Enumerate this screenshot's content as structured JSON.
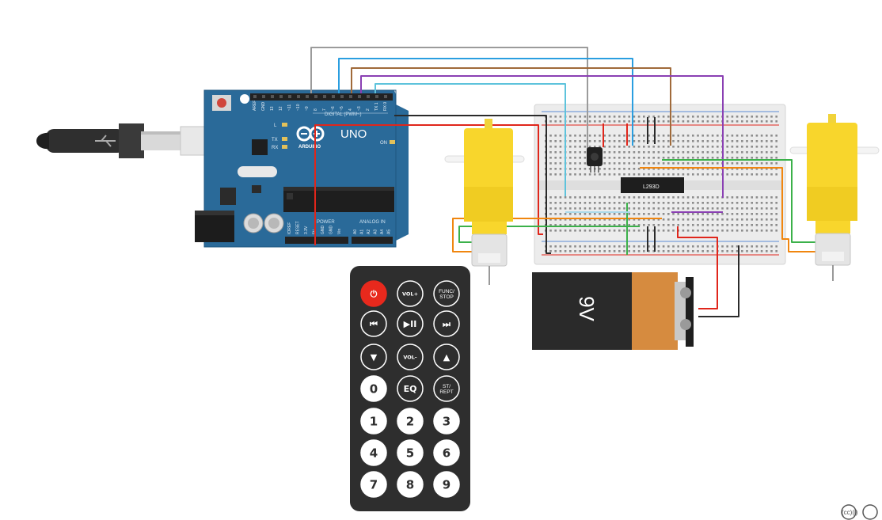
{
  "arduino": {
    "brand": "UNO",
    "logo_text": "ARDUINO",
    "digital_label": "DIGITAL (PWM~)",
    "power_label": "POWER",
    "analog_label": "ANALOG IN",
    "led_labels": [
      "L",
      "TX",
      "RX",
      "ON"
    ],
    "top_pin_labels": [
      "AREF",
      "GND",
      "13",
      "12",
      "~11",
      "~10",
      "~9",
      "8",
      "7",
      "~6",
      "~5",
      "4",
      "~3",
      "2",
      "TX 1",
      "RX 0"
    ],
    "power_pin_labels": [
      "IOREF",
      "RESET",
      "3.3V",
      "5V",
      "GND",
      "GND",
      "Vin"
    ],
    "analog_pin_labels": [
      "A0",
      "A1",
      "A2",
      "A3",
      "A4",
      "A5"
    ]
  },
  "driver_chip": {
    "label": "L293D"
  },
  "battery": {
    "label": "9V"
  },
  "remote": {
    "rows": [
      [
        {
          "id": "power",
          "label": "⏻"
        },
        {
          "id": "vol_up",
          "label": "VOL+"
        },
        {
          "id": "func_stop",
          "label": "FUNC/ STOP"
        }
      ],
      [
        {
          "id": "prev",
          "label": "⏮"
        },
        {
          "id": "play_pause",
          "label": "▶II"
        },
        {
          "id": "next",
          "label": "⏭"
        }
      ],
      [
        {
          "id": "down",
          "label": "▼"
        },
        {
          "id": "vol_down",
          "label": "VOL-"
        },
        {
          "id": "up",
          "label": "▲"
        }
      ],
      [
        {
          "id": "zero",
          "label": "0"
        },
        {
          "id": "eq",
          "label": "EQ"
        },
        {
          "id": "repeat",
          "label": "ST/ REPT"
        }
      ],
      [
        {
          "id": "one",
          "label": "1"
        },
        {
          "id": "two",
          "label": "2"
        },
        {
          "id": "three",
          "label": "3"
        }
      ],
      [
        {
          "id": "four",
          "label": "4"
        },
        {
          "id": "five",
          "label": "5"
        },
        {
          "id": "six",
          "label": "6"
        }
      ],
      [
        {
          "id": "seven",
          "label": "7"
        },
        {
          "id": "eight",
          "label": "8"
        },
        {
          "id": "nine",
          "label": "9"
        }
      ]
    ]
  },
  "license": {
    "text": "(cc)(i)"
  },
  "colors": {
    "board": "#2a6a99",
    "breadboard": "#ececec",
    "motor_yellow": "#f8d62c",
    "wire_red": "#e0261b",
    "wire_black": "#2b2b2b",
    "wire_gray": "#9b9b9b",
    "wire_blue": "#2a9ee0",
    "wire_cyan": "#5ec3dc",
    "wire_purple": "#8a3fb3",
    "wire_brown": "#a06a3a",
    "wire_orange": "#f0860f",
    "wire_green": "#3bb14a",
    "remote_body": "#2e2e2e",
    "power_button": "#e8291d"
  }
}
